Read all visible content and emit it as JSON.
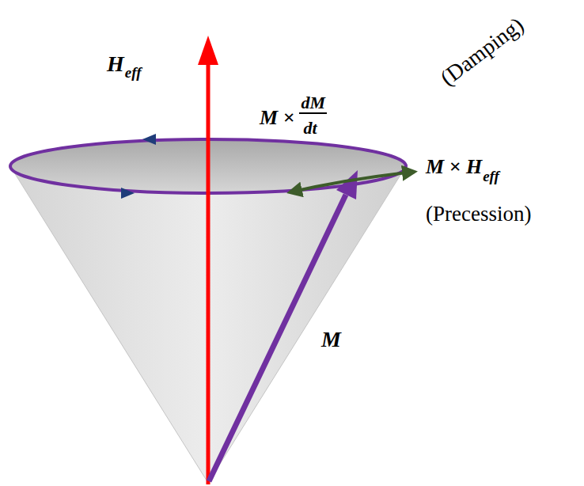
{
  "diagram": {
    "labels": [
      "H",
      "eff",
      "(Damping)",
      "M ×",
      "dM",
      "dt",
      "M × H",
      "eff",
      "(Precession)",
      "M"
    ]
  }
}
